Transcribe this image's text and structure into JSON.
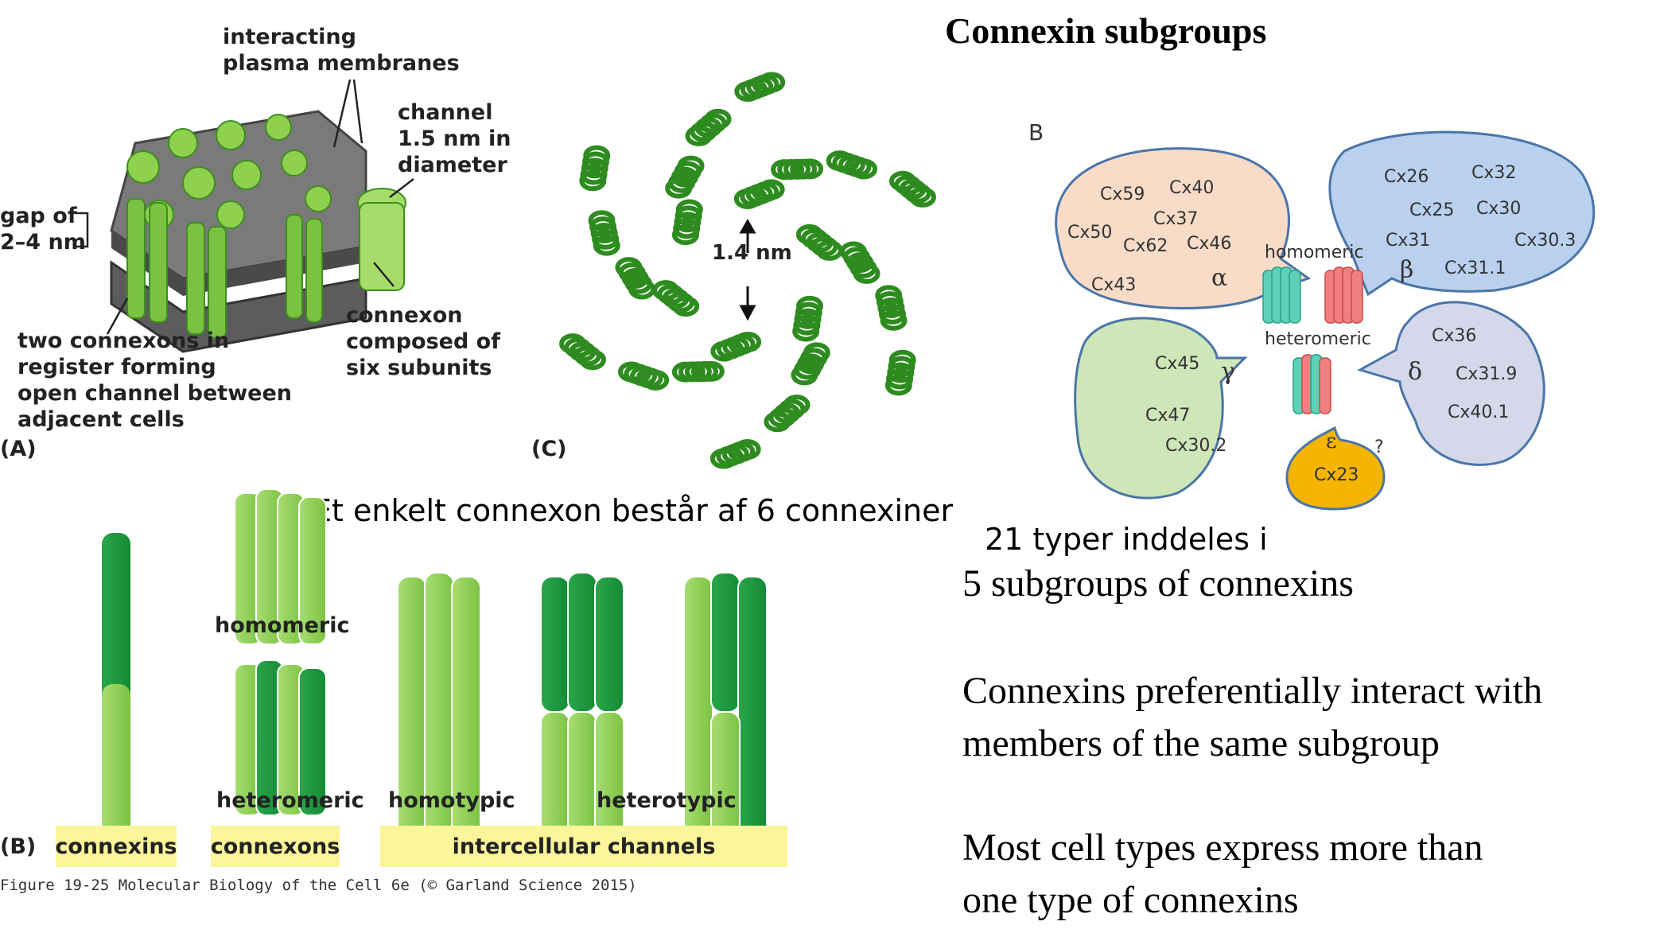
{
  "panel_a": {
    "label_membranes": "interacting\nplasma membranes",
    "label_channel": "channel\n1.5 nm in\ndiameter",
    "label_gap": "gap of\n2–4 nm",
    "label_connexon": "connexon\ncomposed of\nsix subunits",
    "label_two": "two connexons in\nregister forming\nopen channel between\nadjacent cells",
    "tag": "(A)"
  },
  "panel_c": {
    "measure": "1.4 nm",
    "tag": "(C)"
  },
  "caption_connexon": "Et enkelt connexon består af 6 connexiner",
  "panel_b": {
    "tag": "(B)",
    "homomeric": "homomeric",
    "heteromeric": "heteromeric",
    "homotypic": "homotypic",
    "heterotypic": "heterotypic",
    "box_connexins": "connexins",
    "box_connexons": "connexons",
    "box_channels": "intercellular channels",
    "credit": "Figure 19-25 Molecular Biology of the Cell 6e (© Garland Science 2015)"
  },
  "subgroups": {
    "title": "Connexin subgroups",
    "tag": "B",
    "alpha": {
      "symbol": "α",
      "members": [
        "Cx59",
        "Cx40",
        "Cx37",
        "Cx50",
        "Cx62",
        "Cx46",
        "Cx43"
      ],
      "color": "#f8dcc8"
    },
    "beta": {
      "symbol": "β",
      "members": [
        "Cx26",
        "Cx32",
        "Cx25",
        "Cx30",
        "Cx31",
        "Cx30.3",
        "Cx31.1"
      ],
      "color": "#b9d1ee"
    },
    "gamma": {
      "symbol": "γ",
      "members": [
        "Cx45",
        "Cx47",
        "Cx30.2"
      ],
      "color": "#cfe6b9"
    },
    "delta": {
      "symbol": "δ",
      "members": [
        "Cx36",
        "Cx31.9",
        "Cx40.1"
      ],
      "color": "#d4d8ea"
    },
    "epsilon": {
      "symbol": "ε",
      "members": [
        "Cx23"
      ],
      "color": "#f4b400",
      "question": "?"
    },
    "homomeric": "homomeric",
    "heteromeric": "heteromeric"
  },
  "text": {
    "types_line": "21 typer inddeles i",
    "subgroups_line": "5 subgroups of connexins",
    "interact_line": "Connexins preferentially interact with\nmembers of the same subgroup",
    "express_line": "Most cell types express more than\none type of connexins"
  }
}
